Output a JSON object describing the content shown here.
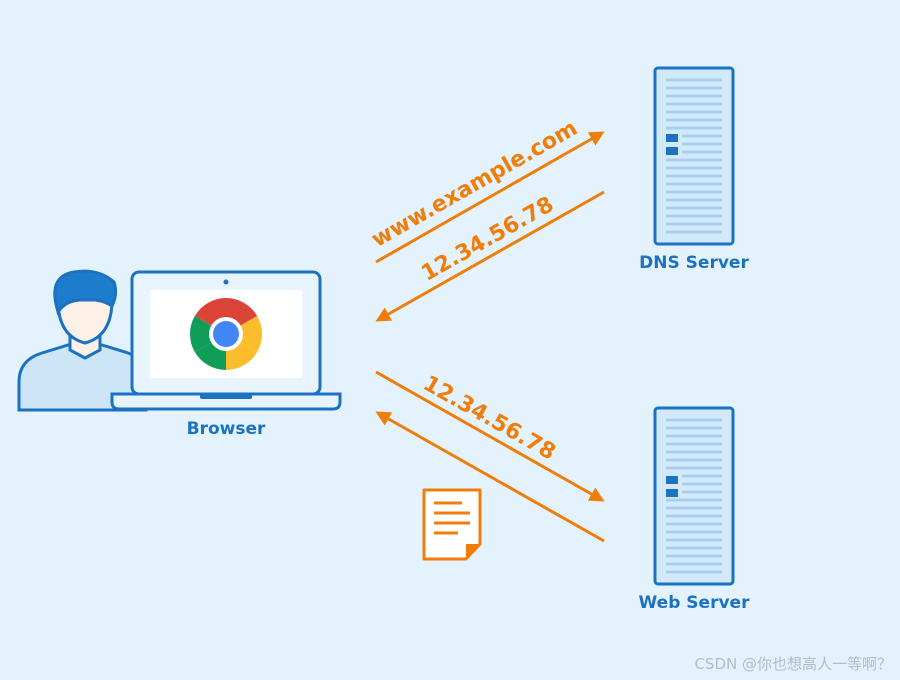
{
  "nodes": {
    "browser": {
      "label": "Browser"
    },
    "dns_server": {
      "label": "DNS Server"
    },
    "web_server": {
      "label": "Web Server"
    }
  },
  "edges": {
    "dns_request": {
      "label": "www.example.com"
    },
    "dns_response": {
      "label": "12.34.56.78"
    },
    "http_request": {
      "label": "12.34.56.78"
    }
  },
  "icons": [
    "user-icon",
    "laptop-icon",
    "chrome-logo-icon",
    "server-icon",
    "document-icon"
  ],
  "colors": {
    "background": "#e3f2fc",
    "primary_blue": "#1b72c1",
    "arrow_orange": "#f07d09",
    "light_blue": "#b9dcf5"
  },
  "watermark": "CSDN @你也想高人一等啊？"
}
